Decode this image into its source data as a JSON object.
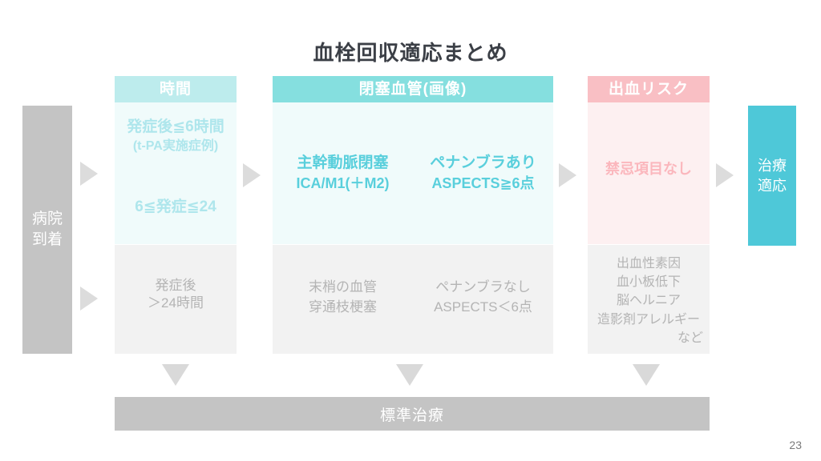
{
  "slide": {
    "title": "血栓回収適応まとめ",
    "page_number": "23"
  },
  "entry": {
    "label_line1": "病院",
    "label_line2": "到着"
  },
  "columns": {
    "time": {
      "header": "時間",
      "eligible": {
        "line1": "発症後≦6時間",
        "line2": "(t-PA実施症例)",
        "line3": "6≦発症≦24"
      },
      "ineligible": {
        "line1": "発症後",
        "line2": "＞24時間"
      }
    },
    "vessel": {
      "header": "閉塞血管(画像)",
      "eligible": [
        {
          "line1": "主幹動脈閉塞",
          "line2": "ICA/M1(＋M2)"
        },
        {
          "line1": "ペナンブラあり",
          "line2": "ASPECTS≧6点"
        }
      ],
      "ineligible": [
        {
          "line1": "末梢の血管",
          "line2": "穿通枝梗塞"
        },
        {
          "line1": "ペナンブラなし",
          "line2": "ASPECTS＜6点"
        }
      ]
    },
    "risk": {
      "header": "出血リスク",
      "eligible": {
        "line1": "禁忌項目なし"
      },
      "ineligible": {
        "line1": "出血性素因",
        "line2": "血小板低下",
        "line3": "脳ヘルニア",
        "line4": "造影剤アレルギー",
        "line5": "など"
      }
    }
  },
  "outcome": {
    "indicated_line1": "治療",
    "indicated_line2": "適応",
    "standard_treatment": "標準治療"
  },
  "colors": {
    "header_time": "#bdeced",
    "header_vessel": "#85dfdf",
    "header_risk": "#f9bfc4",
    "tint_cyan": "#f0fbfb",
    "tint_pink": "#fdf0f1",
    "tint_gray": "#f2f2f2",
    "gray_box": "#c4c4c4",
    "accent_teal": "#4ec8d8",
    "text_cyan": "#aee6ec",
    "text_teal": "#59cfdc",
    "text_pink": "#fbb7bd",
    "text_gray": "#b4b4b4",
    "title": "#3b3f46",
    "arrow": "#dcdcdc"
  }
}
